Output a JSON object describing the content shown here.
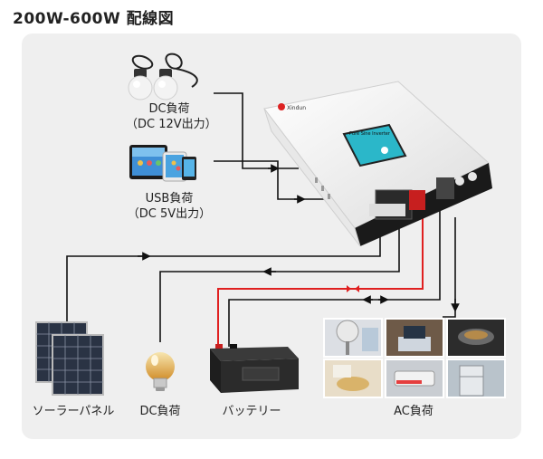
{
  "title": "200W-600W 配線図",
  "inverter": {
    "brand": "Xindun",
    "screen_label": "Pure Sine Inverter"
  },
  "labels": {
    "dc_load_top_line1": "DC負荷",
    "dc_load_top_line2": "（DC 12V出力）",
    "usb_load_line1": "USB負荷",
    "usb_load_line2": "（DC 5V出力）",
    "solar_panel": "ソーラーパネル",
    "dc_load_bottom": "DC負荷",
    "battery": "バッテリー",
    "ac_load": "AC負荷"
  },
  "colors": {
    "background_panel": "#efefef",
    "wire_black": "#111111",
    "wire_red": "#e02020",
    "inverter_body": "#ffffff",
    "inverter_front": "#1a1a1a",
    "screen": "#2bb7c9"
  }
}
